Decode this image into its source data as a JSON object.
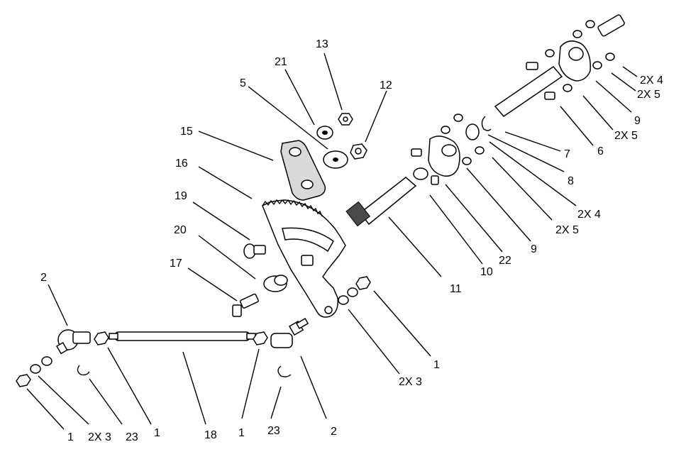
{
  "callouts": [
    {
      "id": "c1",
      "text": "13"
    },
    {
      "id": "c2",
      "text": "21"
    },
    {
      "id": "c3",
      "text": "5"
    },
    {
      "id": "c4",
      "text": "12"
    },
    {
      "id": "c5",
      "text": "15"
    },
    {
      "id": "c6",
      "text": "16"
    },
    {
      "id": "c7",
      "text": "19"
    },
    {
      "id": "c8",
      "text": "20"
    },
    {
      "id": "c9",
      "text": "17"
    },
    {
      "id": "c10",
      "text": "2"
    },
    {
      "id": "c11",
      "text": "1"
    },
    {
      "id": "c12",
      "text": "2X 3"
    },
    {
      "id": "c13",
      "text": "23"
    },
    {
      "id": "c14",
      "text": "1"
    },
    {
      "id": "c15",
      "text": "18"
    },
    {
      "id": "c16",
      "text": "1"
    },
    {
      "id": "c17",
      "text": "23"
    },
    {
      "id": "c18",
      "text": "2"
    },
    {
      "id": "c19",
      "text": "2X 3"
    },
    {
      "id": "c20",
      "text": "1"
    },
    {
      "id": "c21",
      "text": "11"
    },
    {
      "id": "c22",
      "text": "10"
    },
    {
      "id": "c23",
      "text": "22"
    },
    {
      "id": "c24",
      "text": "9"
    },
    {
      "id": "c25",
      "text": "2X 5"
    },
    {
      "id": "c26",
      "text": "2X 4"
    },
    {
      "id": "c27",
      "text": "8"
    },
    {
      "id": "c28",
      "text": "7"
    },
    {
      "id": "c29",
      "text": "6"
    },
    {
      "id": "c30",
      "text": "2X 5"
    },
    {
      "id": "c31",
      "text": "9"
    },
    {
      "id": "c32",
      "text": "2X 5"
    },
    {
      "id": "c33",
      "text": "2X 4"
    }
  ]
}
